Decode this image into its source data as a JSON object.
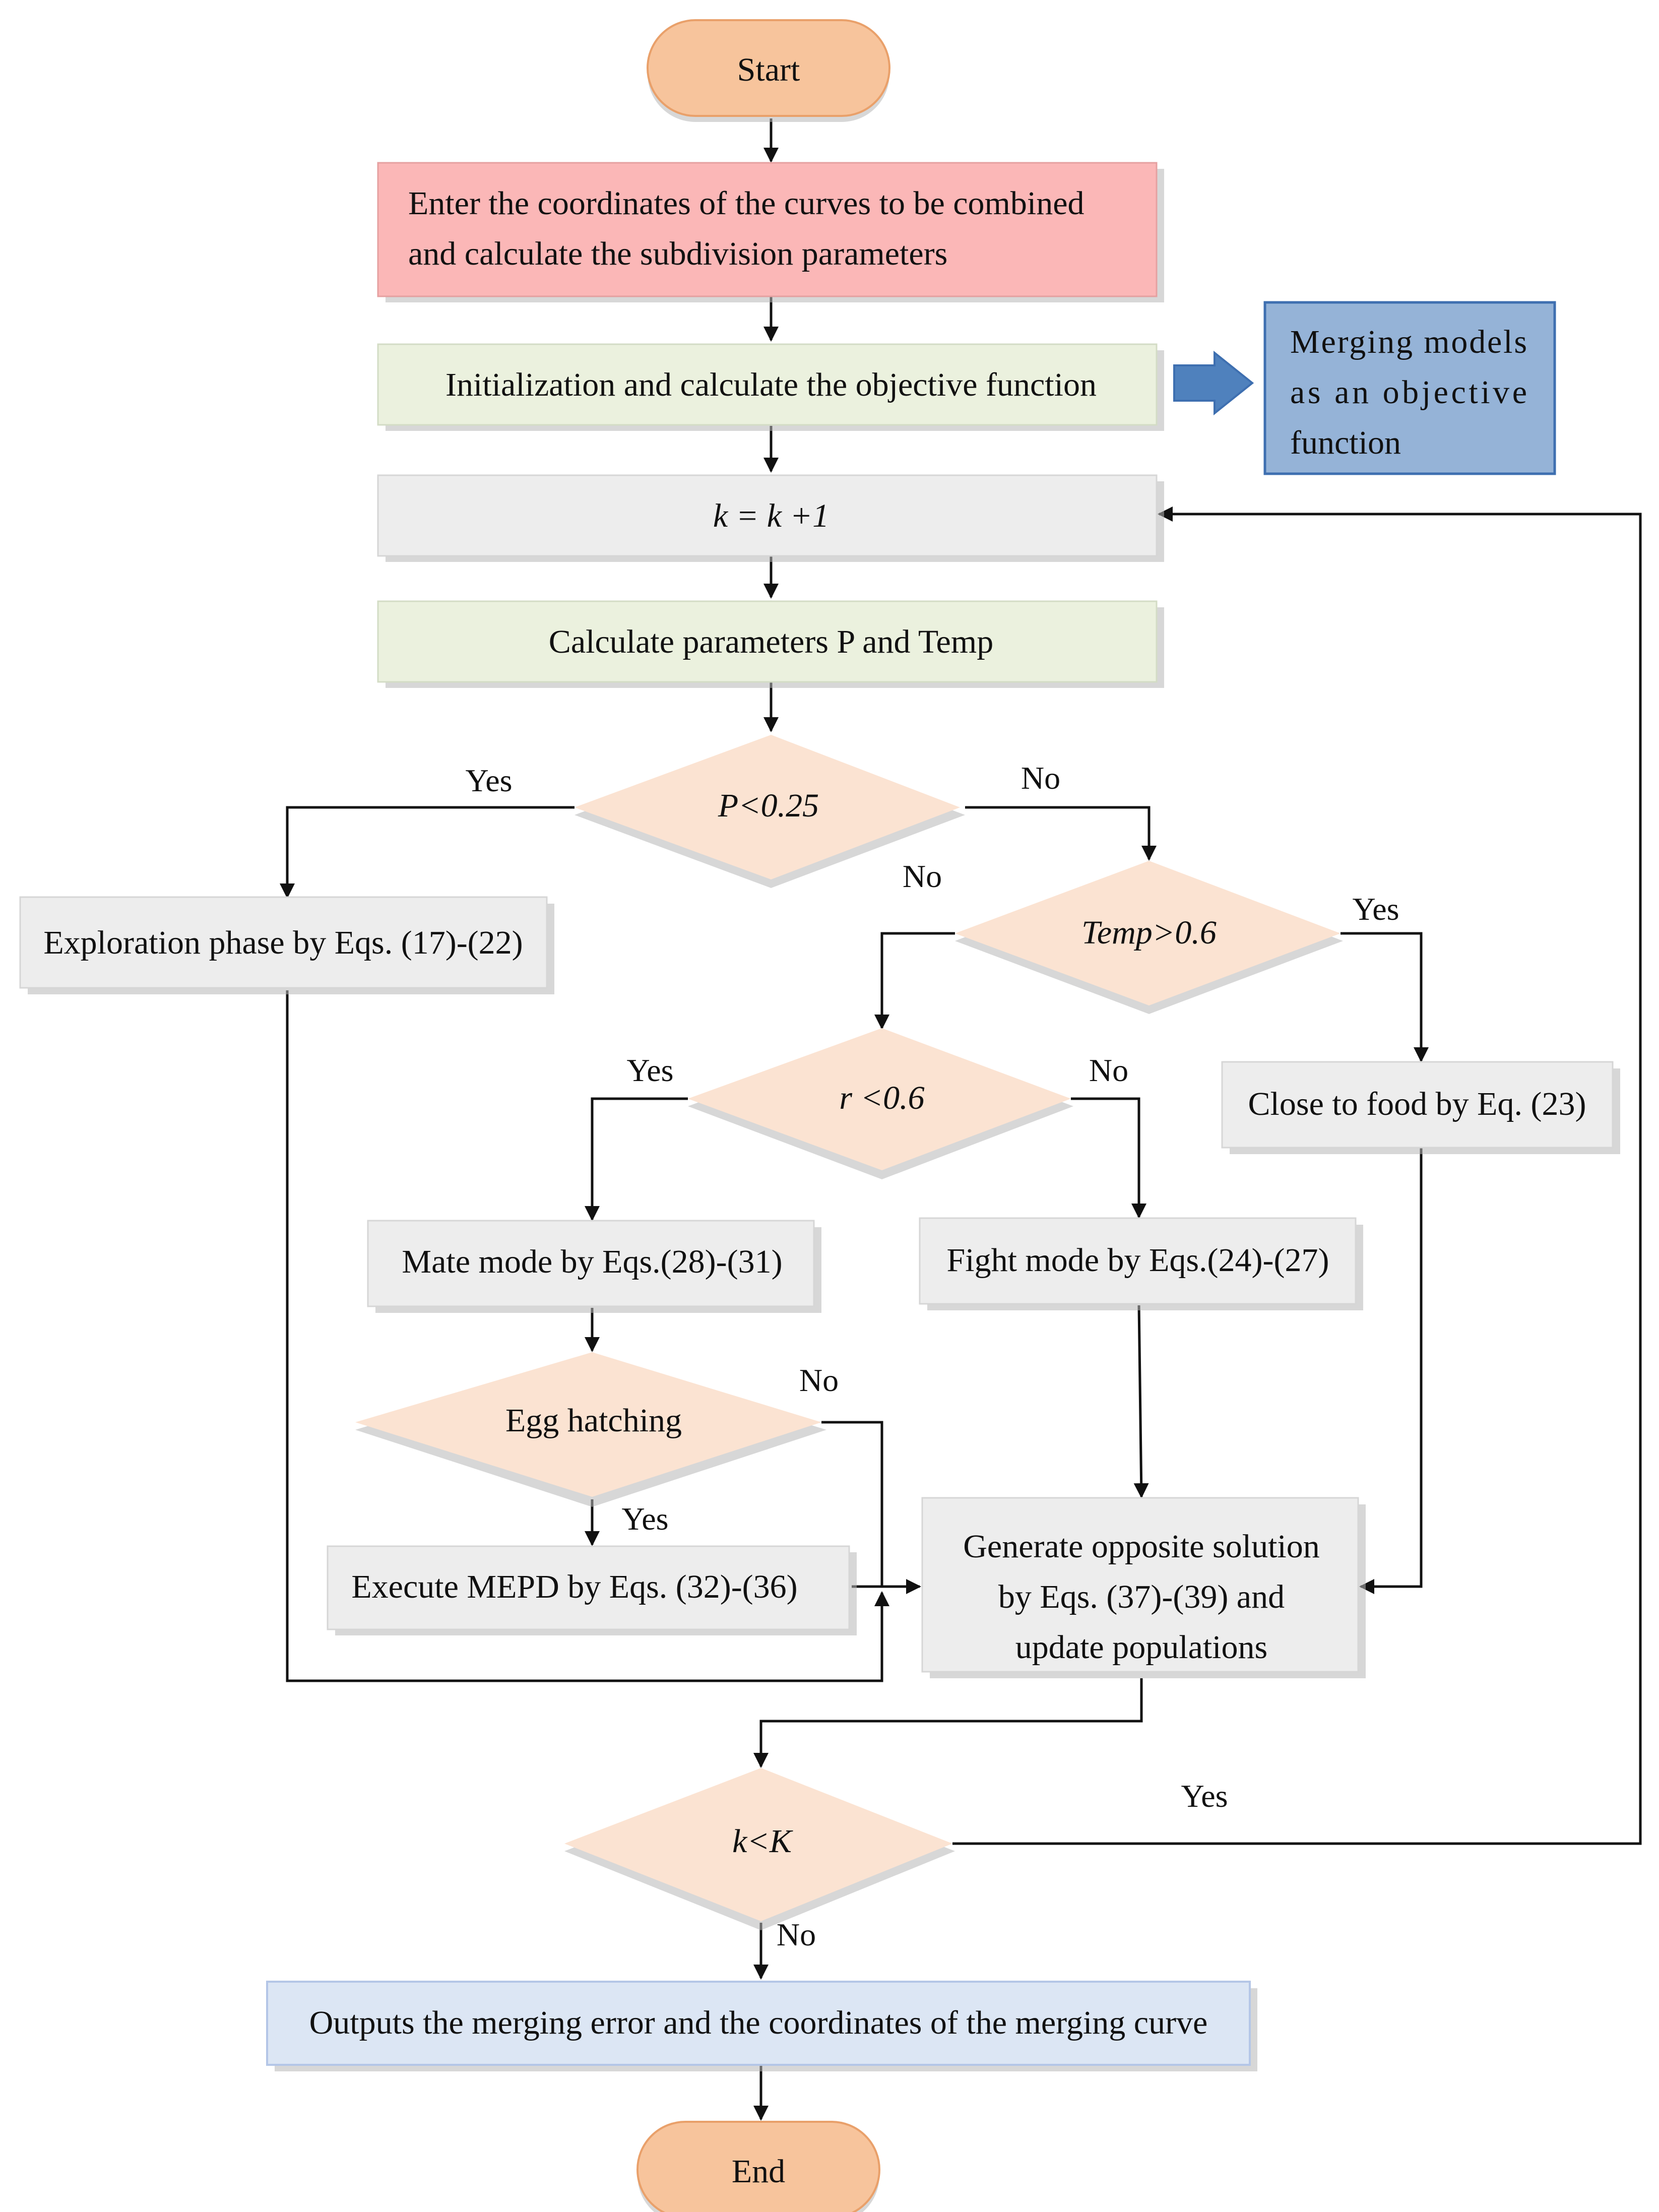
{
  "nodes": {
    "start": "Start",
    "enter_line1": "Enter the coordinates of the curves to be combined",
    "enter_line2": "and calculate the subdivision parameters",
    "init": "Initialization and calculate the objective function",
    "merging_line1": "Merging models",
    "merging_line2": "as an objective",
    "merging_line3": "function",
    "k_update": "k = k +1",
    "calc_params": "Calculate parameters P and Temp",
    "dec_p": "P<0.25",
    "explore": "Exploration phase by Eqs. (17)-(22)",
    "dec_temp": "Temp>0.6",
    "dec_r": "r <0.6",
    "close_food": "Close to food by Eq. (23)",
    "mate": "Mate mode by Eqs.(28)-(31)",
    "fight": "Fight mode by Eqs.(24)-(27)",
    "dec_egg": "Egg hatching",
    "execute": "Execute MEPD by Eqs. (32)-(36)",
    "generate_line1": "Generate opposite solution",
    "generate_line2": "by Eqs. (37)-(39) and",
    "generate_line3": "update populations",
    "dec_k": "k<K",
    "outputs": "Outputs the merging error and the coordinates of the merging curve",
    "end": "End"
  },
  "branches": {
    "p_yes": "Yes",
    "p_no": "No",
    "temp_no": "No",
    "temp_yes": "Yes",
    "r_yes": "Yes",
    "r_no": "No",
    "egg_no": "No",
    "egg_yes": "Yes",
    "k_yes": "Yes",
    "k_no": "No"
  },
  "colors": {
    "terminal_fill": "#f7c49c",
    "terminal_stroke": "#e9a06a",
    "input_fill": "#fbb7b7",
    "green_fill": "#ebf1de",
    "grey_fill": "#ededed",
    "decision_fill": "#fbe3d2",
    "side_note_fill": "#95b3d7",
    "side_note_stroke": "#3e6fb0",
    "output_fill": "#dce6f4",
    "block_arrow": "#4f81bd"
  }
}
